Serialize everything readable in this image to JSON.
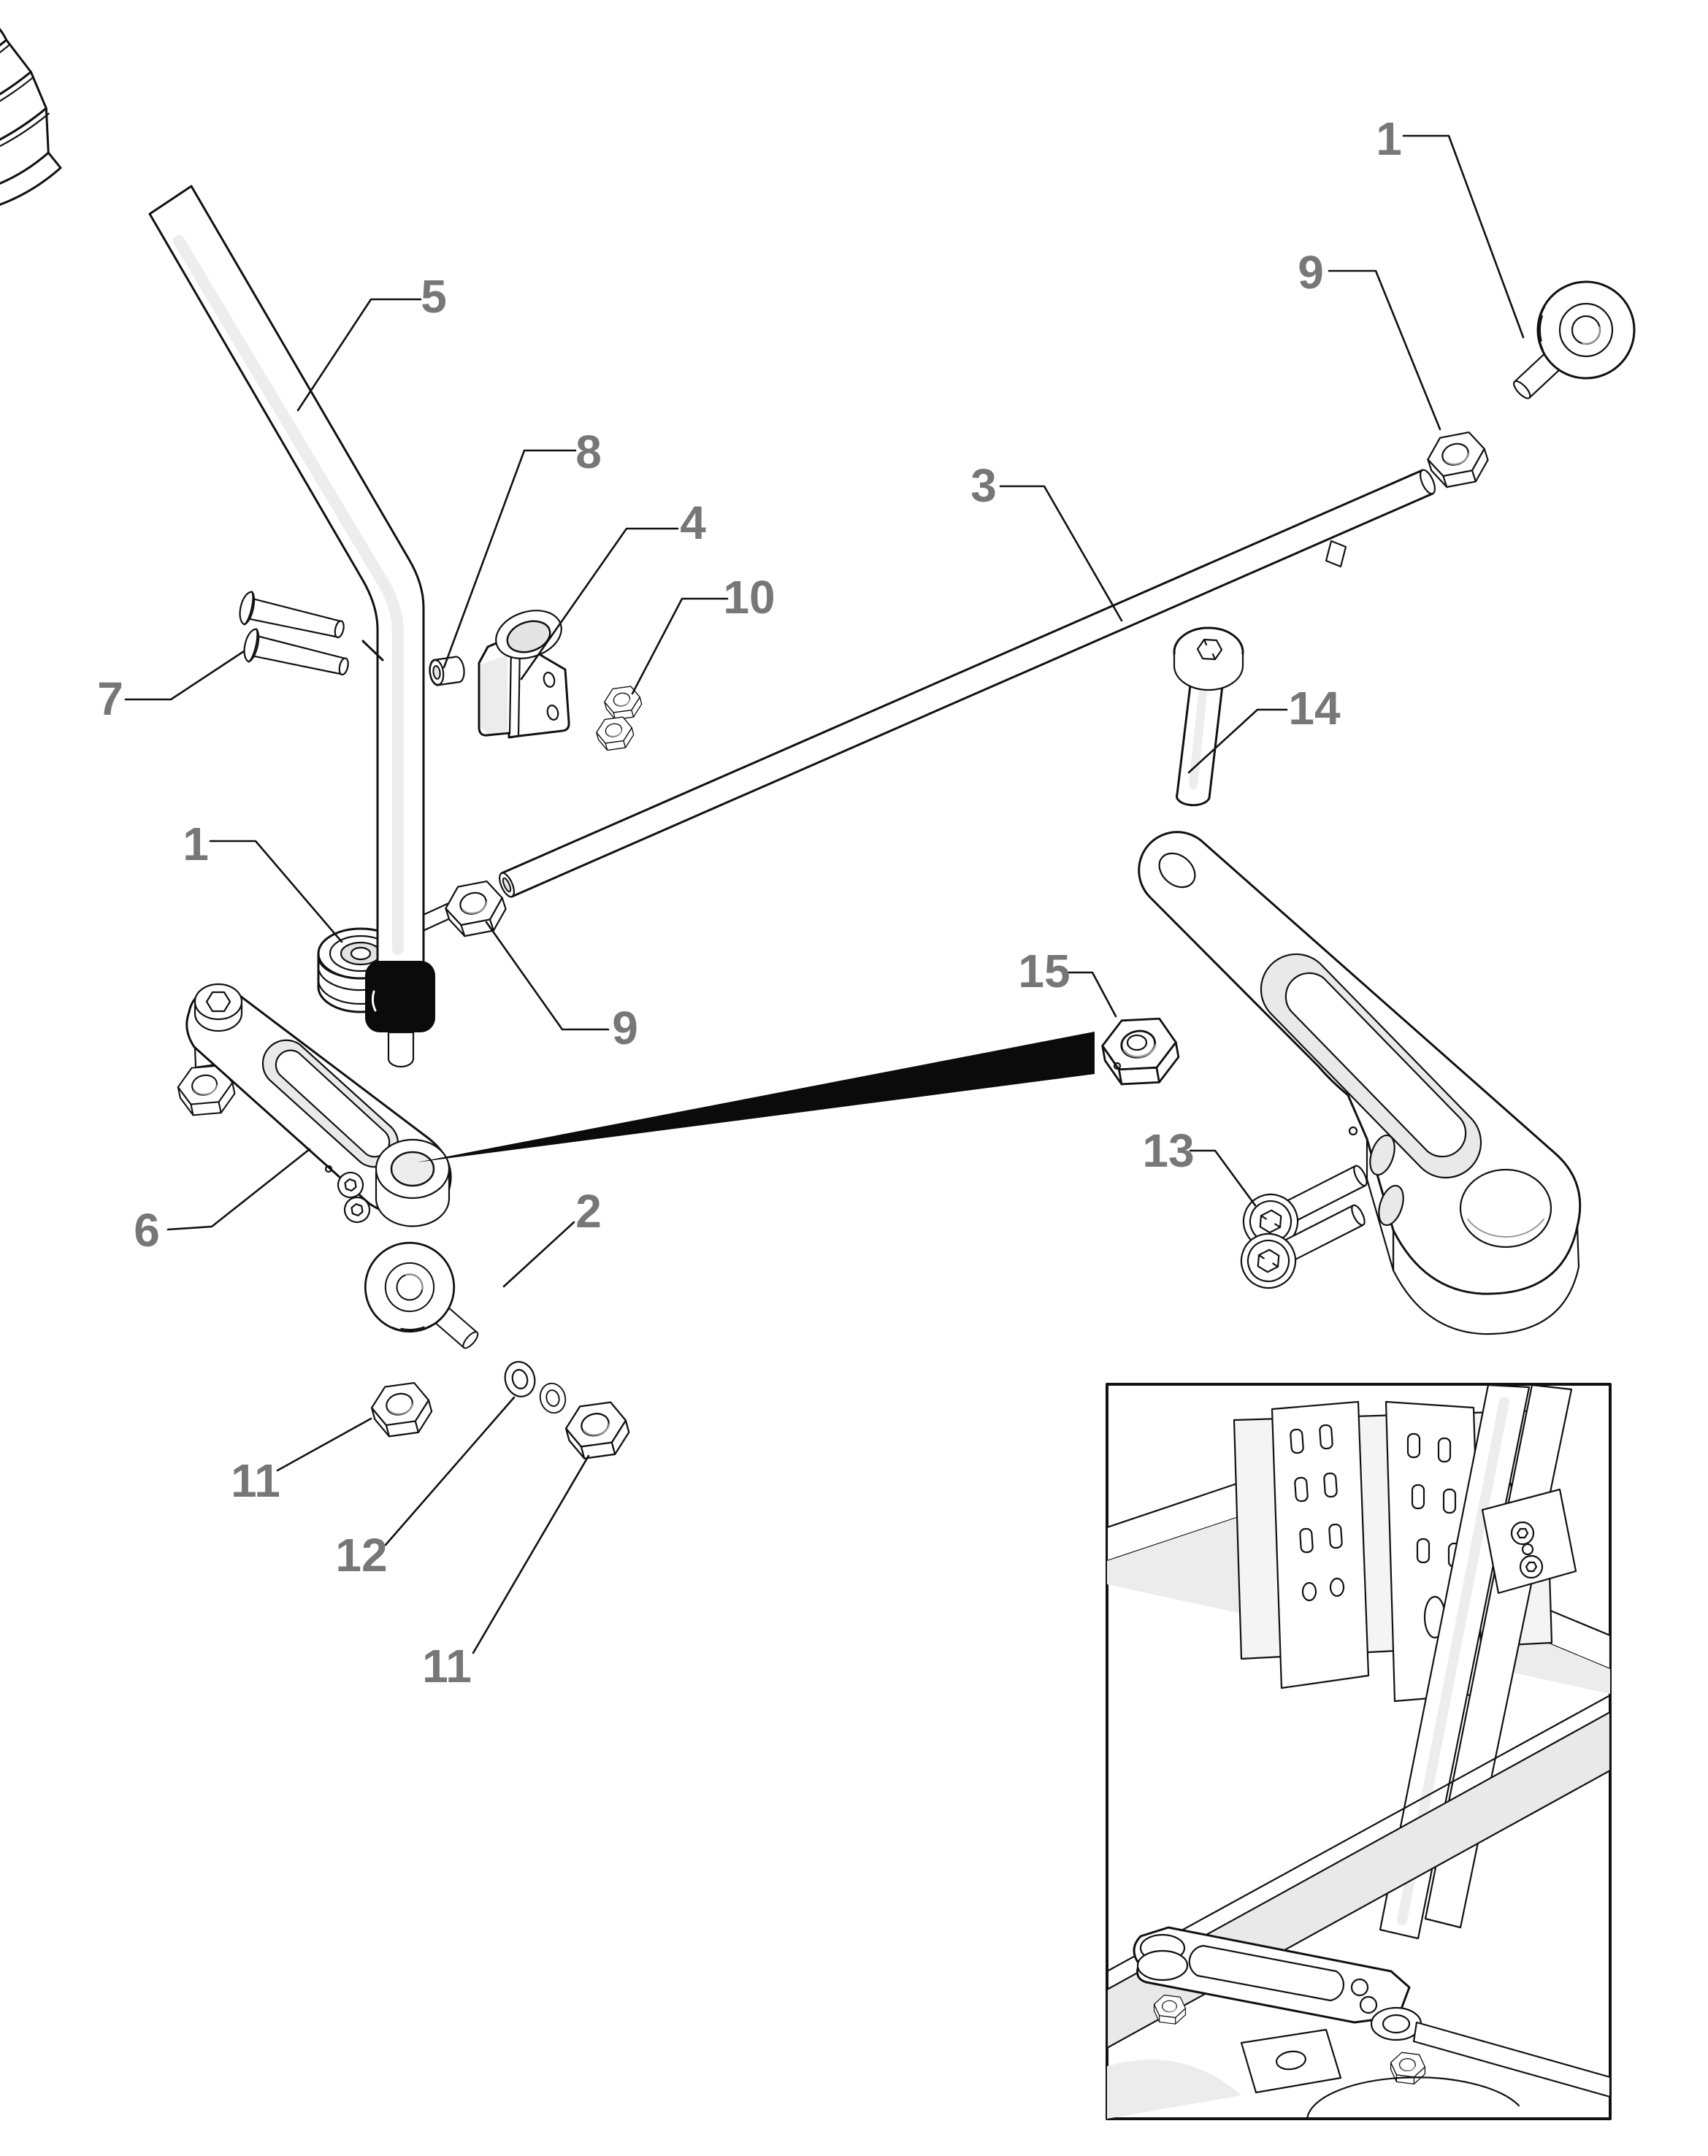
{
  "diagram": {
    "kind": "exploded parts diagram",
    "background": "#ffffff"
  },
  "colors": {
    "outline": "#111111",
    "label_text": "#777777",
    "shading": "#e9e9e9",
    "solid_black": "#0b0b0b"
  },
  "callouts": [
    {
      "ref": "gear-lever",
      "label": "5"
    },
    {
      "ref": "spacer-bushing",
      "label": "8"
    },
    {
      "ref": "clamp-block",
      "label": "4"
    },
    {
      "ref": "clamp-nuts",
      "label": "10"
    },
    {
      "ref": "dowel-pins",
      "label": "7"
    },
    {
      "ref": "lever-bearing",
      "label": "1"
    },
    {
      "ref": "rod-nut-lower",
      "label": "9"
    },
    {
      "ref": "shift-arm",
      "label": "6"
    },
    {
      "ref": "arm-rod-end",
      "label": "2"
    },
    {
      "ref": "rod-end-nut-left",
      "label": "11"
    },
    {
      "ref": "washers",
      "label": "12"
    },
    {
      "ref": "rod-end-nut-right",
      "label": "11"
    },
    {
      "ref": "rod-end-upper",
      "label": "1"
    },
    {
      "ref": "rod-nut-upper",
      "label": "9"
    },
    {
      "ref": "shift-rod",
      "label": "3"
    },
    {
      "ref": "pivot-bolt",
      "label": "14"
    },
    {
      "ref": "pivot-locknut",
      "label": "15"
    },
    {
      "ref": "arm-socket-bolts",
      "label": "13"
    }
  ]
}
